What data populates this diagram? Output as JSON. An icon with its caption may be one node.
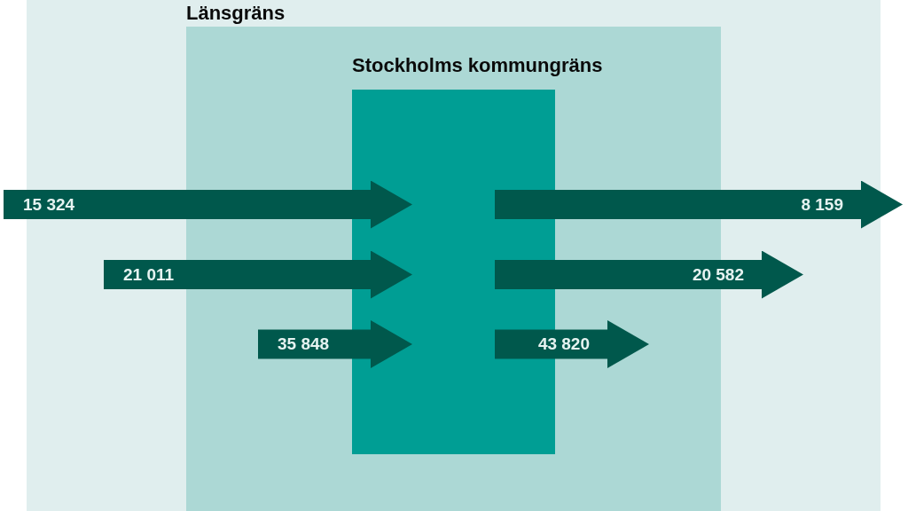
{
  "diagram": {
    "nodes": [
      {
        "text": [],
        "shape": "box"
      },
      {
        "text": [
          "Länsgräns"
        ],
        "in": 0
      },
      {
        "text": [
          "Stockholms kommungräns"
        ],
        "in": 1
      }
    ],
    "edges": [
      {
        "from": null,
        "to": 2,
        "arrow": "to",
        "label": "15 324"
      },
      {
        "from": 2,
        "to": null,
        "arrow": "to",
        "label": "8 159"
      },
      {
        "from": null,
        "to": 2,
        "arrow": "to",
        "label": "21 011"
      },
      {
        "from": 2,
        "to": 0,
        "arrow": "to",
        "label": "20 582"
      },
      {
        "from": null,
        "to": 2,
        "arrow": "to",
        "label": "35 848"
      },
      {
        "from": 2,
        "to": 1,
        "arrow": "to",
        "label": "43 820"
      }
    ]
  }
}
